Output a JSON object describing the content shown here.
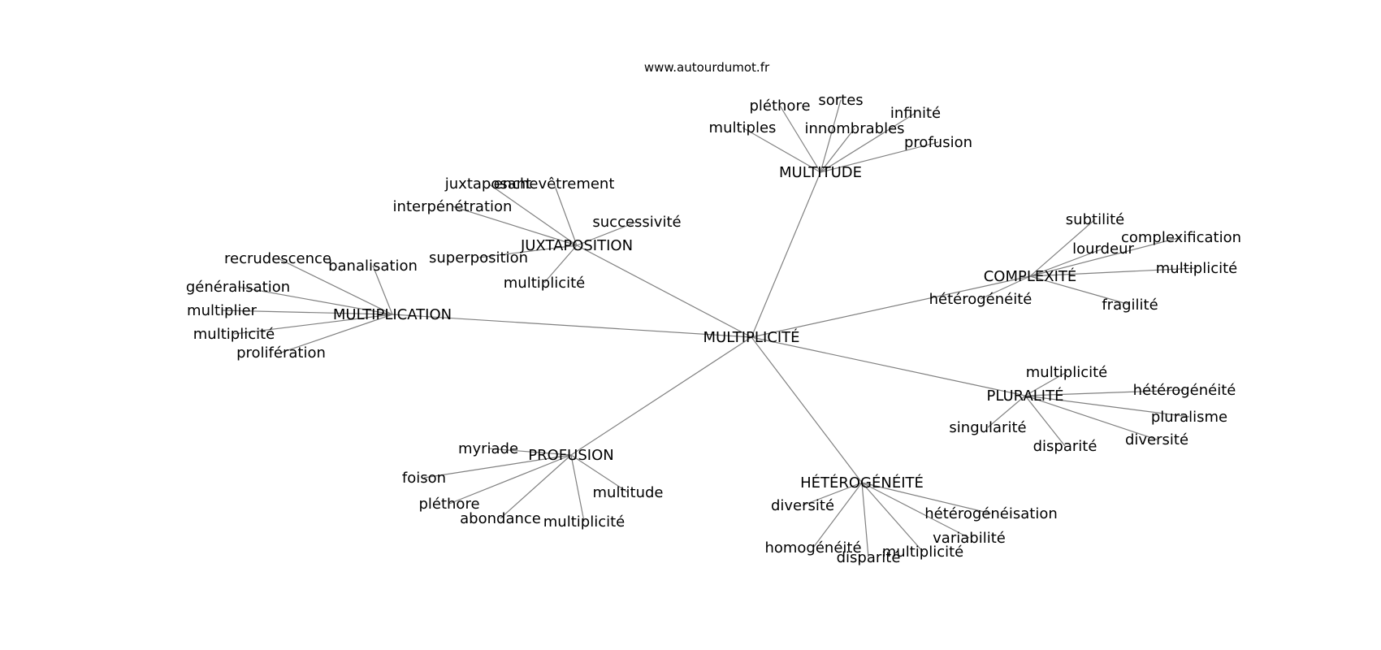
{
  "source": "www.autourdumot.fr",
  "colors": {
    "edge": "#808080",
    "text": "#000000",
    "background": "#ffffff"
  },
  "graph": {
    "center": "MULTIPLICITÉ",
    "clusters": [
      {
        "hub": "MULTITUDE",
        "leaves": [
          "pléthore",
          "sortes",
          "infinité",
          "multiples",
          "innombrables",
          "profusion"
        ]
      },
      {
        "hub": "JUXTAPOSITION",
        "leaves": [
          "juxtaposant",
          "enchevêtrement",
          "interpénétration",
          "successivité",
          "superposition",
          "multiplicité"
        ]
      },
      {
        "hub": "MULTIPLICATION",
        "leaves": [
          "recrudescence",
          "banalisation",
          "généralisation",
          "multiplier",
          "multiplicité",
          "prolifération"
        ]
      },
      {
        "hub": "COMPLEXITÉ",
        "leaves": [
          "subtilité",
          "complexification",
          "lourdeur",
          "multiplicité",
          "hétérogénéité",
          "fragilité"
        ]
      },
      {
        "hub": "PLURALITÉ",
        "leaves": [
          "multiplicité",
          "hétérogénéité",
          "pluralisme",
          "singularité",
          "disparité",
          "diversité"
        ]
      },
      {
        "hub": "PROFUSION",
        "leaves": [
          "myriade",
          "foison",
          "multitude",
          "pléthore",
          "abondance",
          "multiplicité"
        ]
      },
      {
        "hub": "HÉTÉROGÉNÉITÉ",
        "leaves": [
          "diversité",
          "hétérogénéisation",
          "variabilité",
          "homogénéité",
          "disparité",
          "multiplicité"
        ]
      }
    ]
  }
}
